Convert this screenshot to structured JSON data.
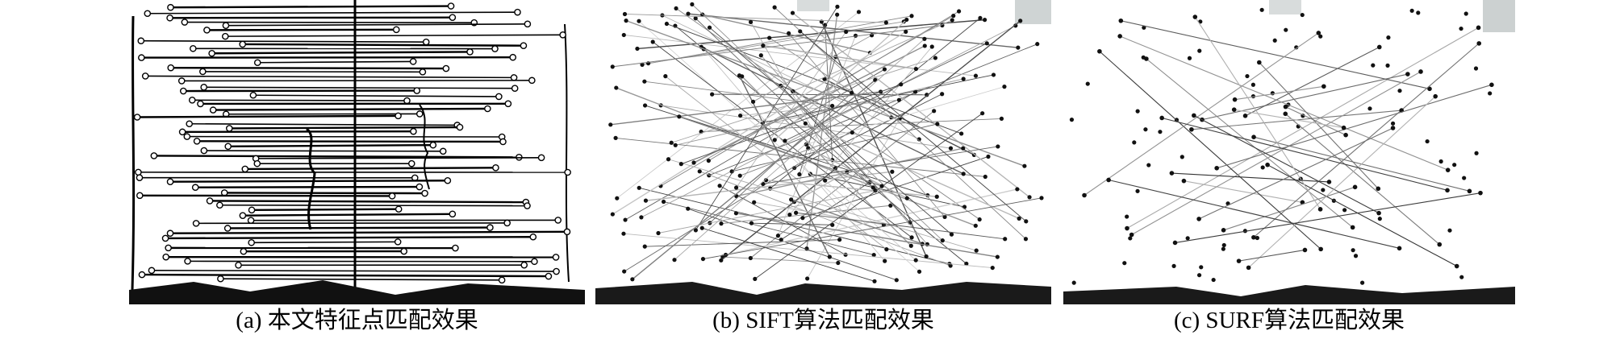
{
  "figure": {
    "panels": [
      {
        "id": "a",
        "caption": "(a) 本文特征点匹配效果",
        "style": {
          "line_color": "#000000",
          "point_color": "#000000"
        }
      },
      {
        "id": "b",
        "caption": "(b) SIFT算法匹配效果",
        "style": {
          "line_color": "#444444",
          "point_color": "#111111"
        }
      },
      {
        "id": "c",
        "caption": "(c) SURF算法匹配效果",
        "style": {
          "line_color": "#555555",
          "point_color": "#111111"
        }
      }
    ]
  }
}
